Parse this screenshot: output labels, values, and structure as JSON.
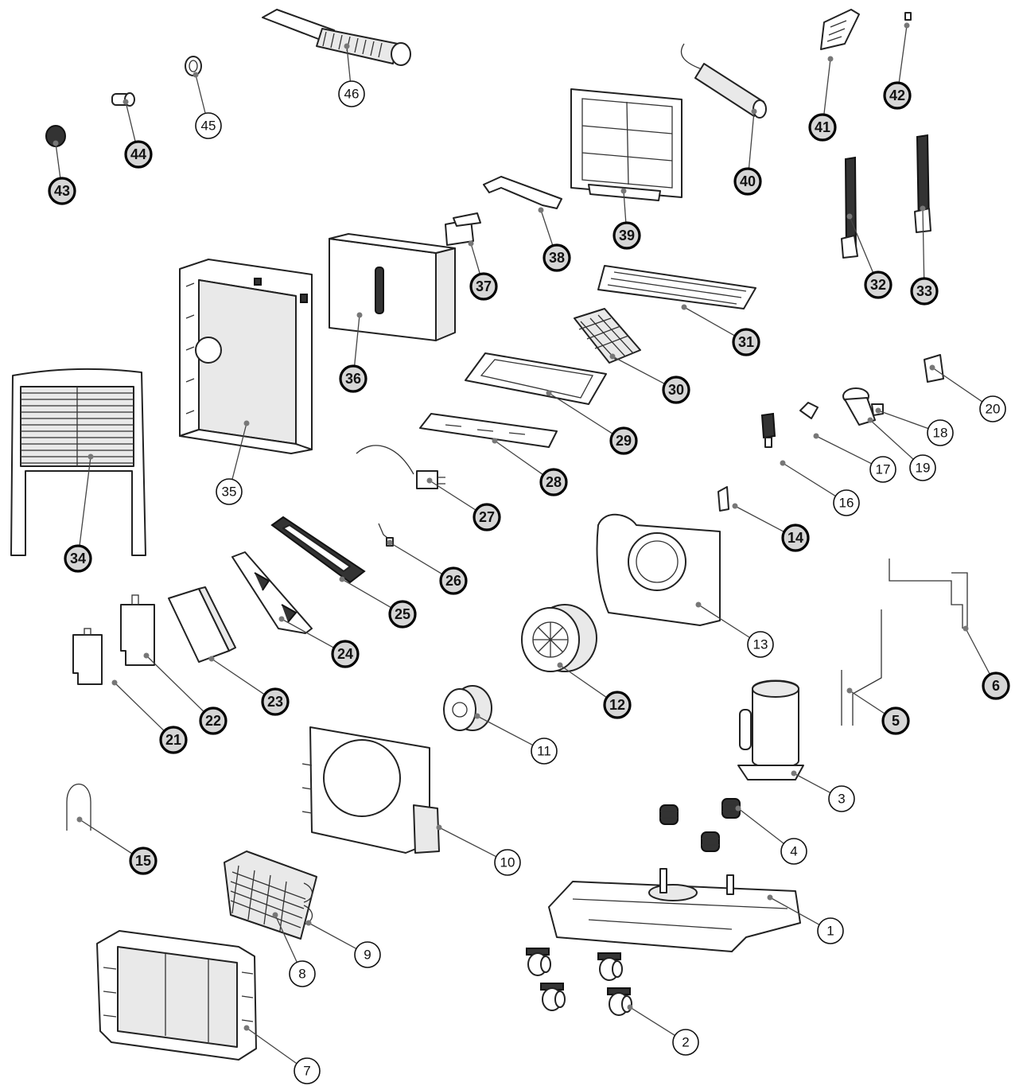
{
  "diagram": {
    "type": "exploded-parts-view",
    "callouts": [
      {
        "label": "1",
        "style": "plain"
      },
      {
        "label": "2",
        "style": "plain"
      },
      {
        "label": "3",
        "style": "plain"
      },
      {
        "label": "4",
        "style": "plain"
      },
      {
        "label": "5",
        "style": "bold"
      },
      {
        "label": "6",
        "style": "bold"
      },
      {
        "label": "7",
        "style": "plain"
      },
      {
        "label": "8",
        "style": "plain"
      },
      {
        "label": "9",
        "style": "plain"
      },
      {
        "label": "10",
        "style": "plain"
      },
      {
        "label": "11",
        "style": "plain"
      },
      {
        "label": "12",
        "style": "bold"
      },
      {
        "label": "13",
        "style": "plain"
      },
      {
        "label": "14",
        "style": "bold"
      },
      {
        "label": "15",
        "style": "bold"
      },
      {
        "label": "16",
        "style": "plain"
      },
      {
        "label": "17",
        "style": "plain"
      },
      {
        "label": "18",
        "style": "plain"
      },
      {
        "label": "19",
        "style": "plain"
      },
      {
        "label": "20",
        "style": "plain"
      },
      {
        "label": "21",
        "style": "bold"
      },
      {
        "label": "22",
        "style": "bold"
      },
      {
        "label": "23",
        "style": "bold"
      },
      {
        "label": "24",
        "style": "bold"
      },
      {
        "label": "25",
        "style": "bold"
      },
      {
        "label": "26",
        "style": "bold"
      },
      {
        "label": "27",
        "style": "bold"
      },
      {
        "label": "28",
        "style": "bold"
      },
      {
        "label": "29",
        "style": "bold"
      },
      {
        "label": "30",
        "style": "bold"
      },
      {
        "label": "31",
        "style": "bold"
      },
      {
        "label": "32",
        "style": "bold"
      },
      {
        "label": "33",
        "style": "bold"
      },
      {
        "label": "34",
        "style": "bold"
      },
      {
        "label": "35",
        "style": "plain"
      },
      {
        "label": "36",
        "style": "bold"
      },
      {
        "label": "37",
        "style": "bold"
      },
      {
        "label": "38",
        "style": "bold"
      },
      {
        "label": "39",
        "style": "bold"
      },
      {
        "label": "40",
        "style": "bold"
      },
      {
        "label": "41",
        "style": "bold"
      },
      {
        "label": "42",
        "style": "bold"
      },
      {
        "label": "43",
        "style": "bold"
      },
      {
        "label": "44",
        "style": "bold"
      },
      {
        "label": "45",
        "style": "plain"
      },
      {
        "label": "46",
        "style": "plain"
      }
    ]
  }
}
